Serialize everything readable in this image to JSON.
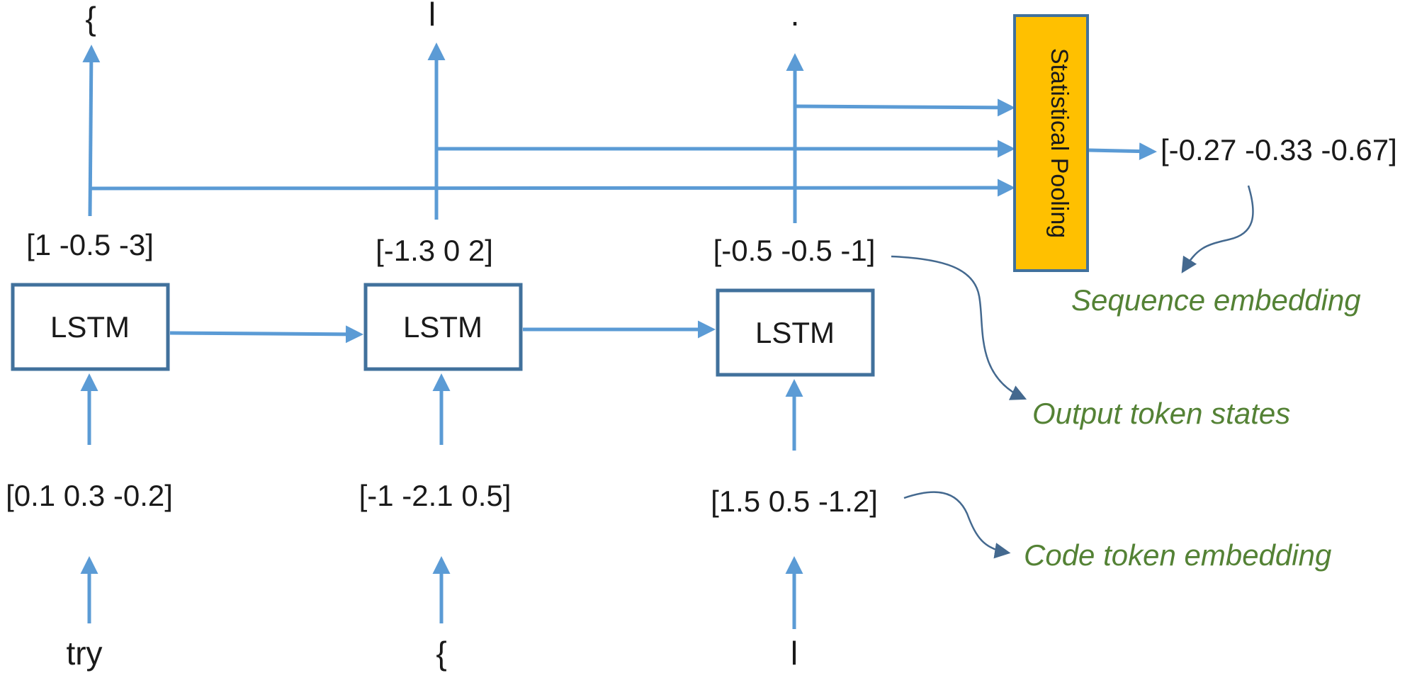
{
  "colors": {
    "arrow": "#5b9bd5",
    "box_border": "#41719c",
    "pool_fill": "#ffc000",
    "annotation": "#548235",
    "curve": "#44698f"
  },
  "input_tokens": [
    "try",
    "{",
    "l"
  ],
  "embeddings": [
    "[0.1 0.3 -0.2]",
    "[-1 -2.1 0.5]",
    "[1.5 0.5 -1.2]"
  ],
  "lstm_labels": [
    "LSTM",
    "LSTM",
    "LSTM"
  ],
  "output_states": [
    "[1 -0.5 -3]",
    "[-1.3 0 2]",
    "[-0.5 -0.5 -1]"
  ],
  "predicted_tokens": [
    "{",
    "l",
    "."
  ],
  "pooling": {
    "label": "Statistical Pooling"
  },
  "sequence_vector": "[-0.27 -0.33 -0.67]",
  "annotations": {
    "sequence_embedding": "Sequence embedding",
    "output_token_states": "Output token states",
    "code_token_embedding": "Code token embedding"
  }
}
